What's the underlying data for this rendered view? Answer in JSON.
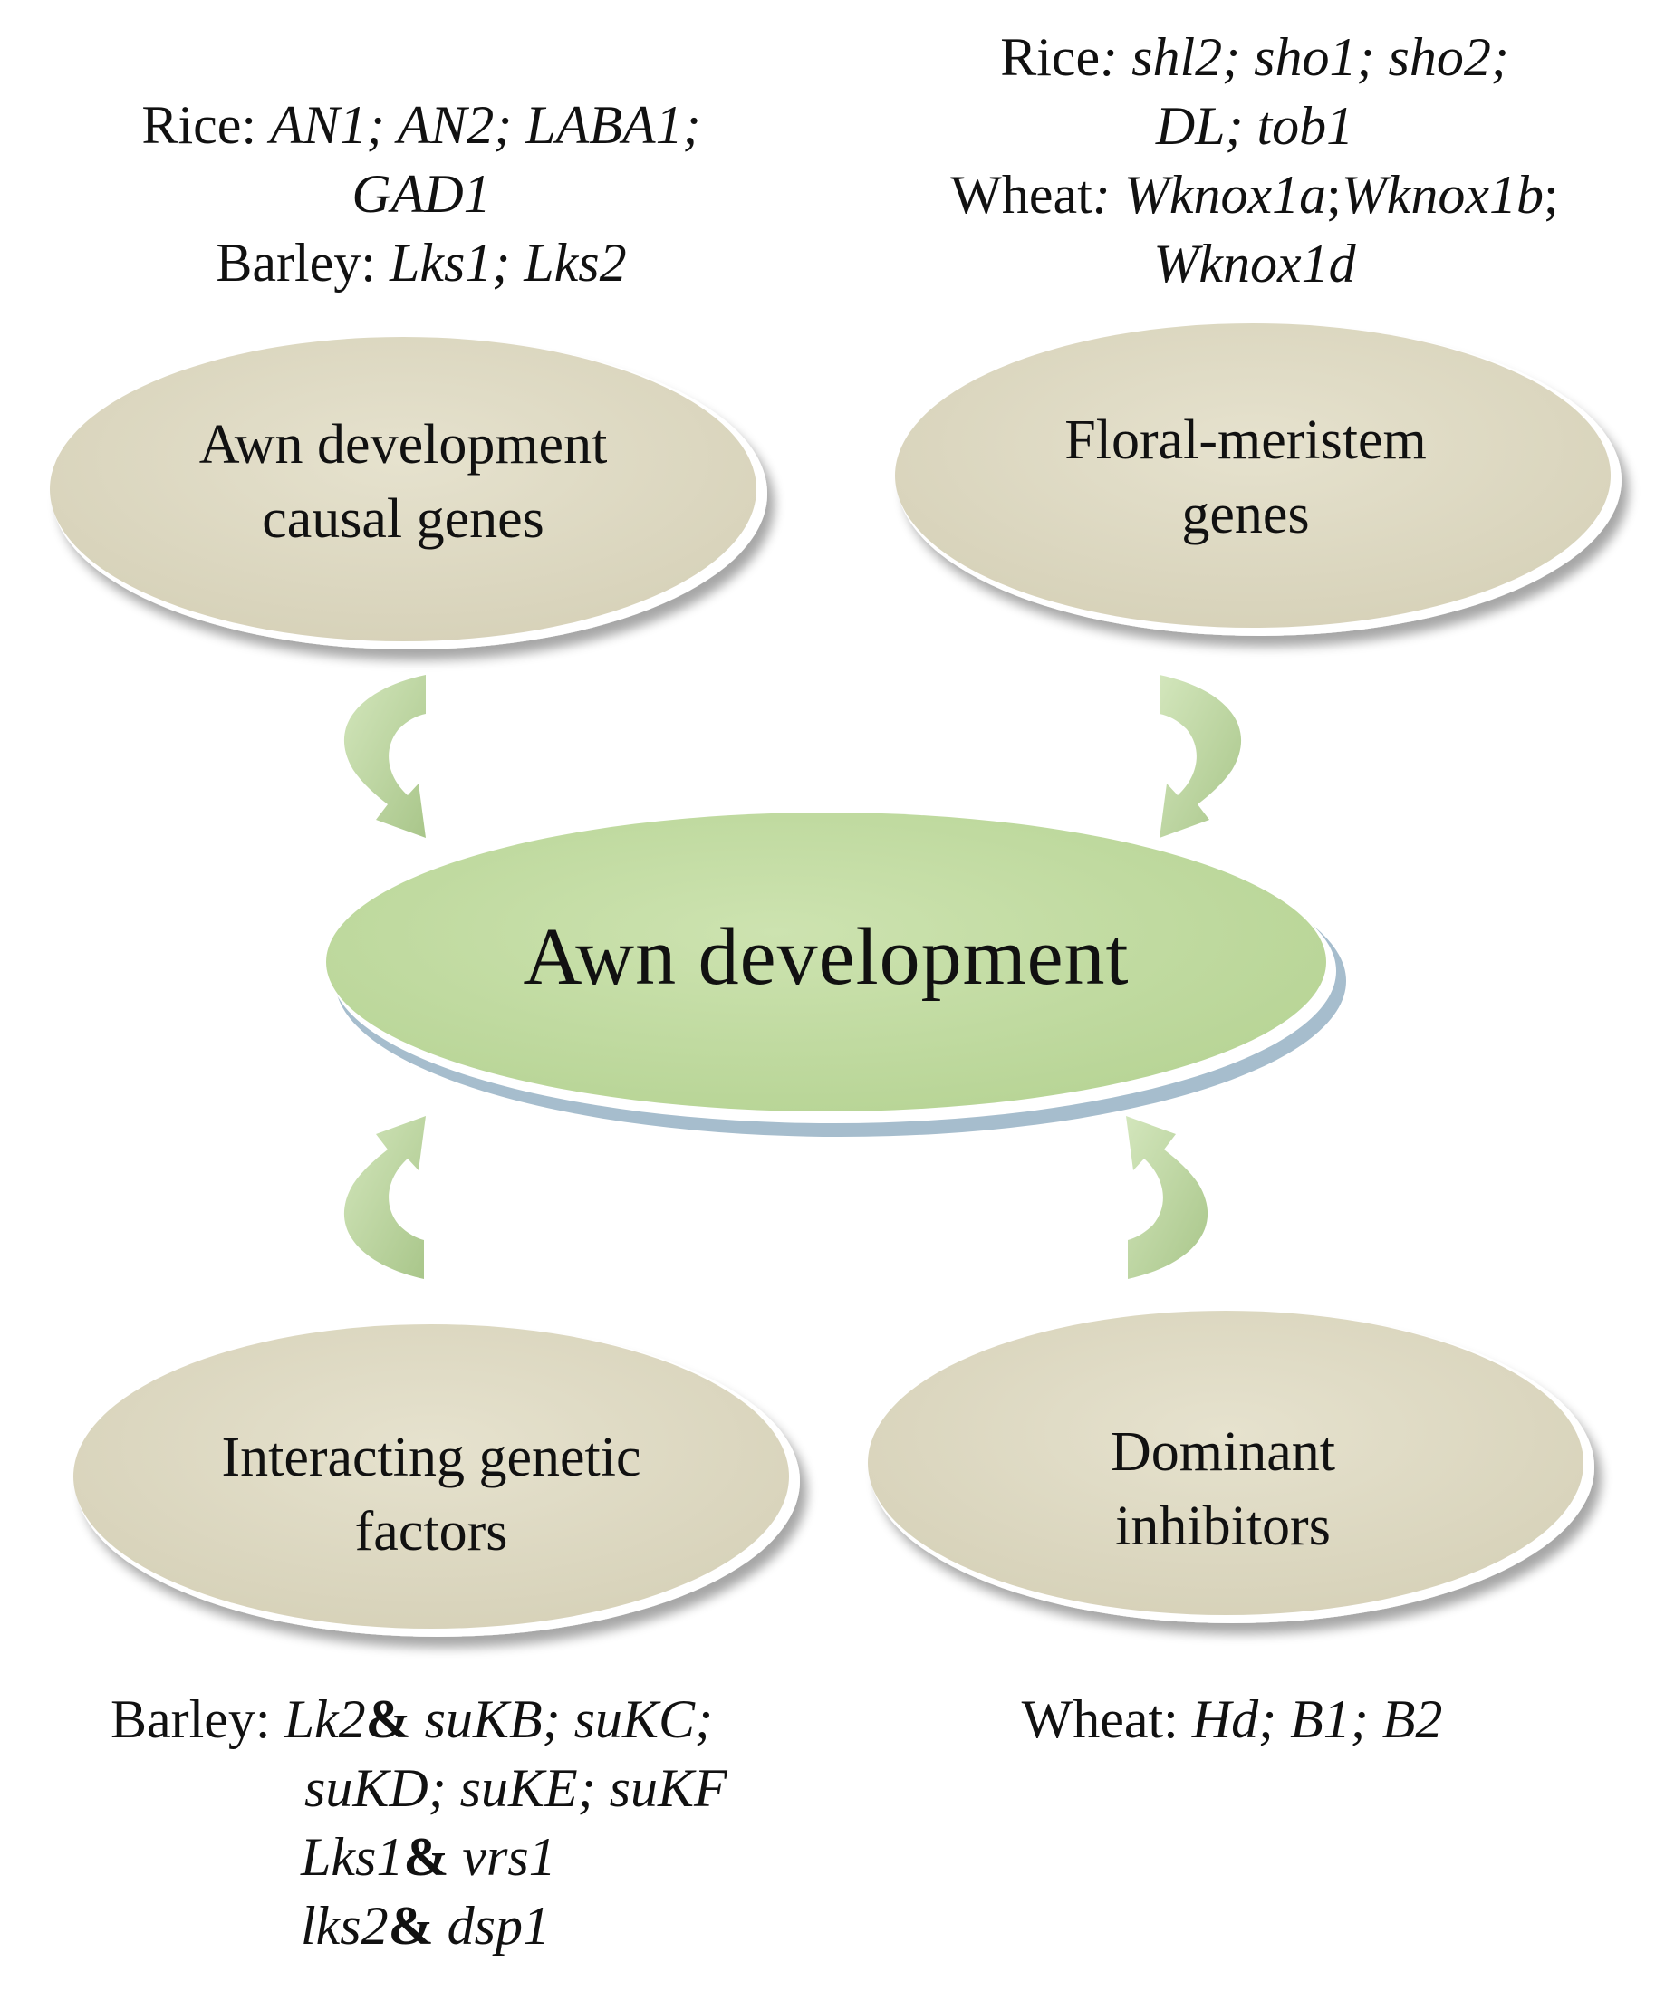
{
  "center": {
    "label": "Awn development"
  },
  "bubbles": {
    "top_left": {
      "line1": "Awn development",
      "line2": "causal genes"
    },
    "top_right": {
      "line1": "Floral-meristem",
      "line2": "genes"
    },
    "bottom_left": {
      "line1": "Interacting genetic",
      "line2": "factors"
    },
    "bottom_right": {
      "line1": "Dominant",
      "line2": "inhibitors"
    }
  },
  "gene_lists": {
    "top_left": {
      "rice_label": "Rice:",
      "rice_genes": "AN1; AN2; LABA1;",
      "rice_genes_cont": "GAD1",
      "barley_label": "Barley:",
      "barley_genes": "Lks1; Lks2"
    },
    "top_right": {
      "rice_label": "Rice",
      "rice_genes": ": shl2; sho1; sho2;",
      "rice_genes_cont": "DL; tob1",
      "wheat_label": "Wheat",
      "wheat_genes_a": ": Wknox1a",
      "wheat_sep": ";",
      "wheat_genes_b": "Wknox1b",
      "wheat_sep2": ";",
      "wheat_genes_cont": "Wknox1d"
    },
    "bottom_left": {
      "barley_label": "Barley:",
      "l1_a": "Lk2",
      "amp": "&",
      "l1_b": "suKB; suKC;",
      "l2": "suKD; suKE; suKF",
      "l3_a": "Lks1",
      "l3_b": "vrs1",
      "l4_a": "lks2",
      "l4_b": "dsp1"
    },
    "bottom_right": {
      "wheat_label": "Wheat:",
      "wheat_genes": "Hd; B1; B2"
    }
  },
  "colors": {
    "bubble_fill": "#DDD9C3",
    "center_fill": "#C2DCA0",
    "arrow_fill": "#C4DBA4",
    "arrow_dark": "#9BB383"
  }
}
